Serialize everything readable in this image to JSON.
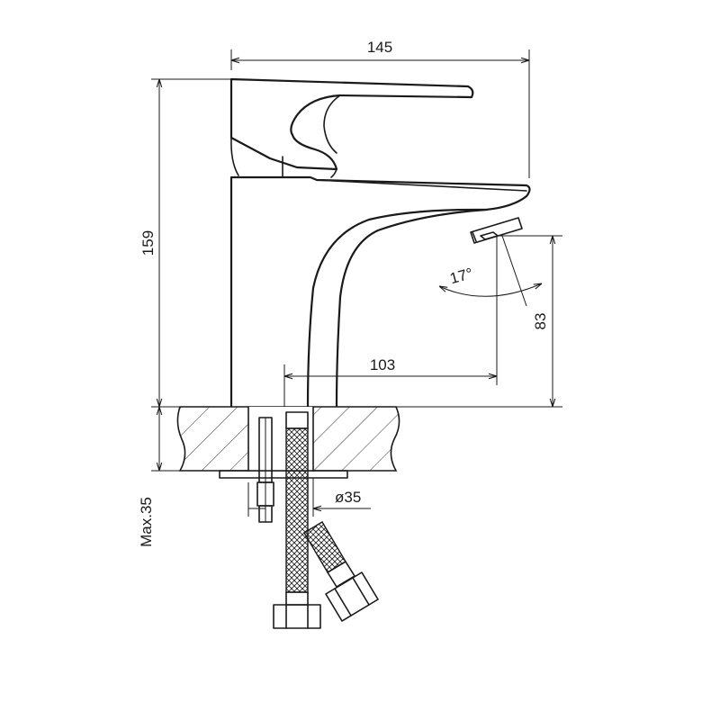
{
  "dimensions": {
    "overall_width": "145",
    "overall_height": "159",
    "spout_reach": "103",
    "spout_height": "83",
    "spout_angle": "17°",
    "mount_diameter": "ø35",
    "max_thickness": "Max.35"
  }
}
